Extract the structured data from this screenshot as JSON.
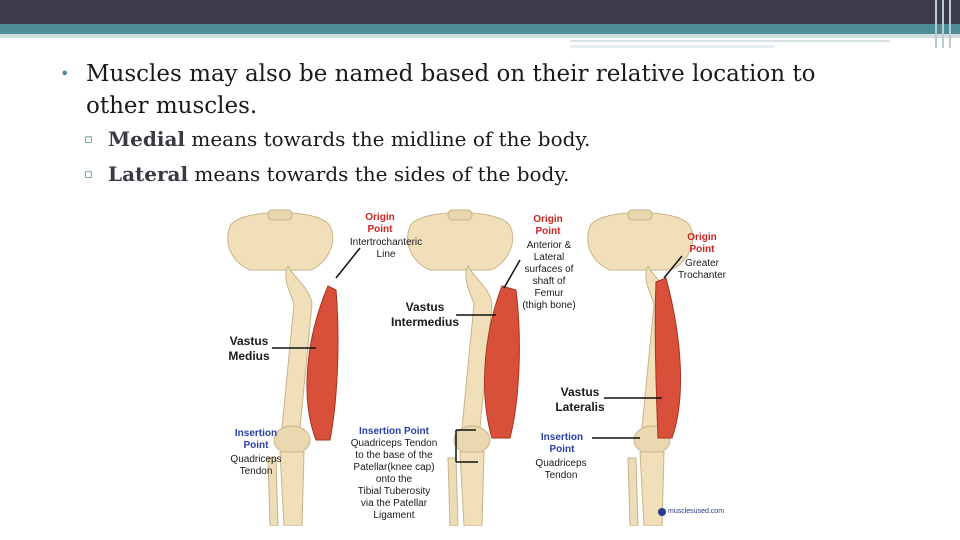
{
  "slide": {
    "bullet1": "Muscles may also be named based on their relative location to other muscles.",
    "sub1_term": "Medial",
    "sub1_text": " means towards the midline of the body.",
    "sub2_term": "Lateral",
    "sub2_text": " means towards the sides of the body."
  },
  "figure": {
    "panel1": {
      "origin": "Origin\nPoint",
      "origin_detail": "Intertrochanteric\nLine",
      "muscle": "Vastus\nMedius",
      "insertion": "Insertion\nPoint",
      "insertion_detail": "Quadriceps\nTendon"
    },
    "panel2": {
      "origin": "Origin\nPoint",
      "origin_detail": "Anterior &\nLateral\nsurfaces of\nshaft of\nFemur\n(thigh bone)",
      "muscle": "Vastus\nIntermedius",
      "insertion": "Insertion Point",
      "insertion_detail": "Quadriceps Tendon\nto the base of the\nPatellar(knee cap)\nonto the\nTibial Tuberosity\nvia the Patellar\nLigament"
    },
    "panel3": {
      "origin": "Origin\nPoint",
      "origin_detail": "Greater\nTrochanter",
      "muscle": "Vastus\nLateralis",
      "insertion": "Insertion\nPoint",
      "insertion_detail": "Quadriceps\nTendon"
    },
    "watermark": "musclesused.com"
  },
  "colors": {
    "accent": "#4e8c98",
    "muscle": "#d9503a",
    "bone": "#f0dfb8",
    "origin_label": "#cc2222",
    "insertion_label": "#2a3fa8"
  }
}
